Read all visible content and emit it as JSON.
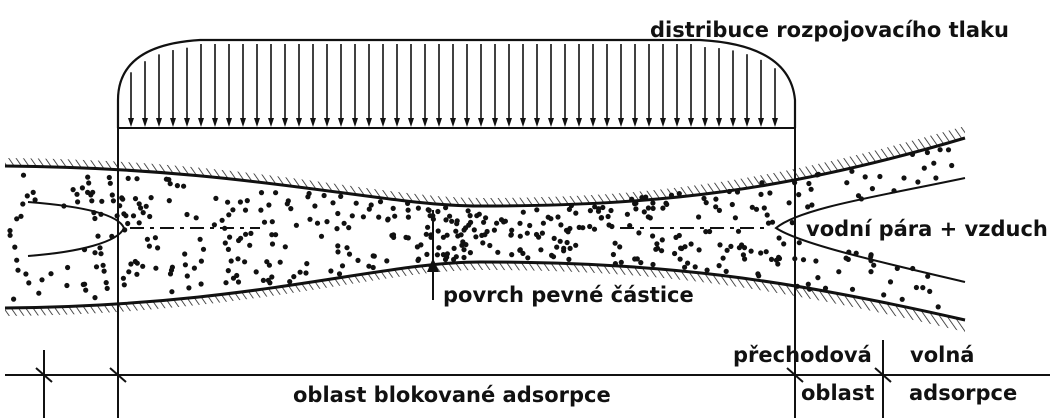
{
  "labels": {
    "pressure": "distribuce rozpojovacího tlaku",
    "vapor": "vodní pára + vzduch",
    "surface": "povrch pevné částice",
    "transition_line1": "přechodová",
    "transition_line2": "oblast",
    "free_line1": "volná",
    "free_line2": "adsorpce",
    "blocked": "oblast blokované adsorpce"
  },
  "colors": {
    "ink": "#111111",
    "background": "#ffffff"
  }
}
